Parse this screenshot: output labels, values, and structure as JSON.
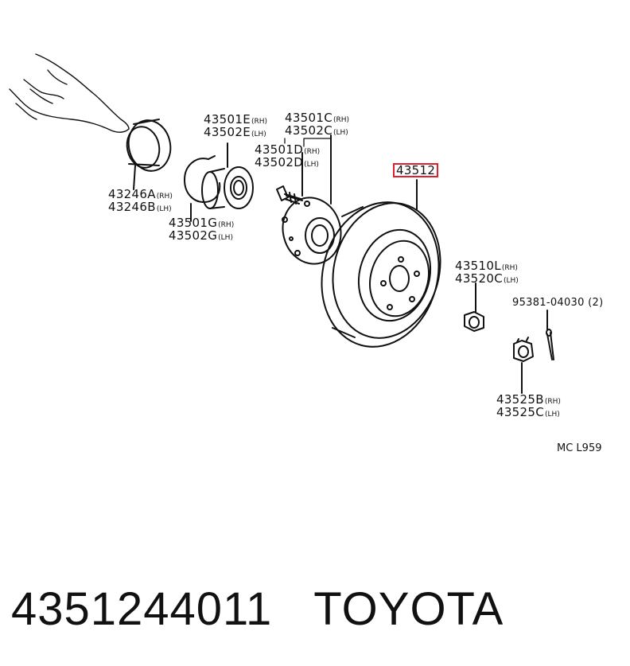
{
  "labels": {
    "l43246a": {
      "num": "43246A",
      "side": "(RH)"
    },
    "l43246b": {
      "num": "43246B",
      "side": "(LH)"
    },
    "l43501e": {
      "num": "43501E",
      "side": "(RH)"
    },
    "l43502e": {
      "num": "43502E",
      "side": "(LH)"
    },
    "l43501c": {
      "num": "43501C",
      "side": "(RH)"
    },
    "l43502c": {
      "num": "43502C",
      "side": "(LH)"
    },
    "l43501d": {
      "num": "43501D",
      "side": "(RH)"
    },
    "l43502d": {
      "num": "43502D",
      "side": "(LH)"
    },
    "l43501g": {
      "num": "43501G",
      "side": "(RH)"
    },
    "l43502g": {
      "num": "43502G",
      "side": "(LH)"
    },
    "l43512": {
      "num": "43512"
    },
    "l43510l": {
      "num": "43510L",
      "side": "(RH)"
    },
    "l43520c": {
      "num": "43520C",
      "side": "(LH)"
    },
    "l95381": {
      "num": "95381-04030 (2)"
    },
    "l43525b": {
      "num": "43525B",
      "side": "(RH)"
    },
    "l43525c": {
      "num": "43525C",
      "side": "(LH)"
    }
  },
  "diagram_code": "MC L959",
  "footer": {
    "part_number": "4351244011",
    "brand": "TOYOTA"
  },
  "colors": {
    "highlight": "#e0202a",
    "ink": "#111111"
  }
}
